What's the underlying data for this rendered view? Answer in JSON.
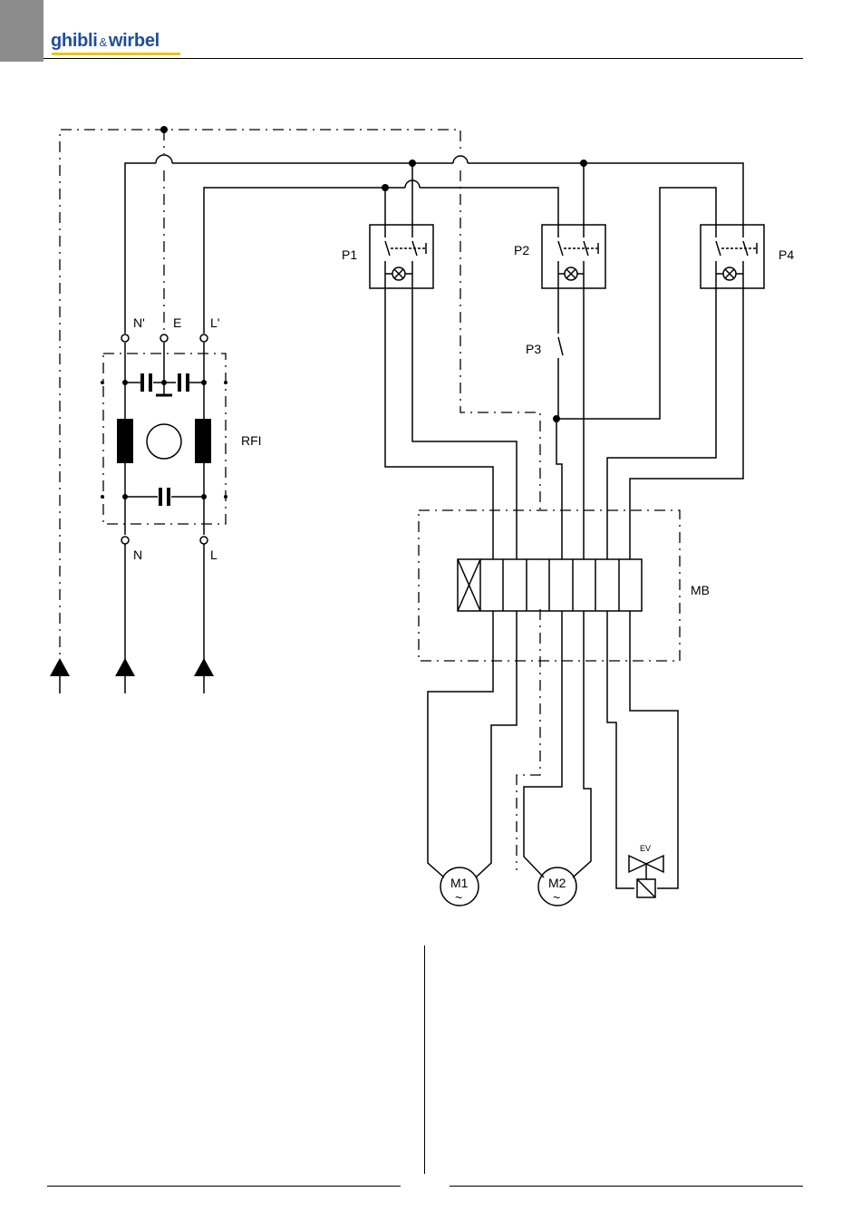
{
  "header": {
    "brand_left": "ghibli",
    "brand_amp": "&",
    "brand_right": "wirbel"
  },
  "colors": {
    "brand_blue": "#1f4e9c",
    "brand_yellow": "#f2c300",
    "tab_gray": "#8c8c8c",
    "line": "#000000"
  },
  "diagram": {
    "labels": {
      "p1": "P1",
      "p2": "P2",
      "p3": "P3",
      "p4": "P4",
      "n_prime": "N'",
      "e": "E",
      "l_prime": "L'",
      "rfi": "RFI",
      "n": "N",
      "l": "L",
      "mb": "MB",
      "m1": "M1",
      "m2": "M2",
      "tilde1": "~",
      "tilde2": "~",
      "ev": "EV"
    }
  }
}
